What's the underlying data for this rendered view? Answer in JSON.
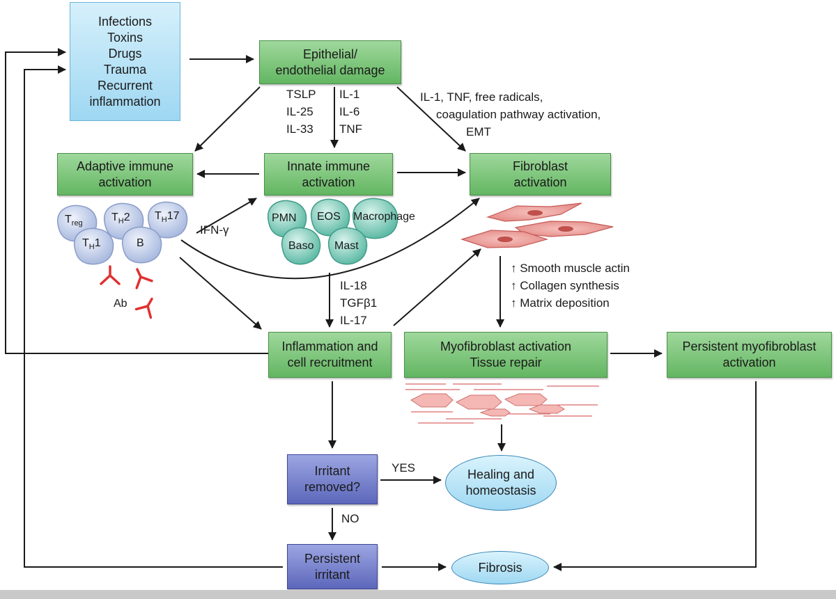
{
  "boxes": {
    "irritants": [
      "Infections",
      "Toxins",
      "Drugs",
      "Trauma",
      "Recurrent",
      "inflammation"
    ],
    "epithelial": [
      "Epithelial/",
      "endothelial damage"
    ],
    "adaptive": [
      "Adaptive immune",
      "activation"
    ],
    "innate": [
      "Innate immune",
      "activation"
    ],
    "fibroblast": [
      "Fibroblast",
      "activation"
    ],
    "inflammation": [
      "Inflammation and",
      "cell recruitment"
    ],
    "myofibroblast": [
      "Myofibroblast activation",
      "Tissue repair"
    ],
    "persistent_myo": [
      "Persistent myofibroblast",
      "activation"
    ],
    "irritant_removed": [
      "Irritant",
      "removed?"
    ],
    "persistent_irritant": [
      "Persistent",
      "irritant"
    ],
    "healing": [
      "Healing and",
      "homeostasis"
    ],
    "fibrosis": "Fibrosis"
  },
  "labels": {
    "cytokines_left": [
      "TSLP",
      "IL-25",
      "IL-33"
    ],
    "cytokines_mid": [
      "IL-1",
      "IL-6",
      "TNF"
    ],
    "cytokines_right": [
      "IL-1, TNF, free radicals,",
      "coagulation pathway activation,",
      "EMT"
    ],
    "ifn": "IFN-γ",
    "cytokines_lower": [
      "IL-18",
      "TGFβ1",
      "IL-17"
    ],
    "fibro_effects": [
      "↑ Smooth muscle actin",
      "↑ Collagen synthesis",
      "↑ Matrix deposition"
    ],
    "yes": "YES",
    "no": "NO"
  },
  "adaptive_cells": {
    "treg": {
      "main": "T",
      "sub": "reg"
    },
    "th2": {
      "main": "T",
      "sub": "H",
      "post": "2"
    },
    "th17": {
      "main": "T",
      "sub": "H",
      "post": "17"
    },
    "th1": {
      "main": "T",
      "sub": "H",
      "post": "1"
    },
    "b": "B",
    "ab": "Ab"
  },
  "innate_cells": {
    "pmn": "PMN",
    "eos": "EOS",
    "macrophage": "Macrophage",
    "baso": "Baso",
    "mast": "Mast"
  },
  "colors": {
    "green_box": "#63b662",
    "blue_box": "#9ed7f2",
    "purple_box": "#5c67bb",
    "adaptive_cell": "#b4c3e4",
    "innate_cell": "#6fc4b0",
    "antibody": "#e03030",
    "fibroblast_cell": "#e98f8f",
    "arrow": "#1a1a1a"
  }
}
